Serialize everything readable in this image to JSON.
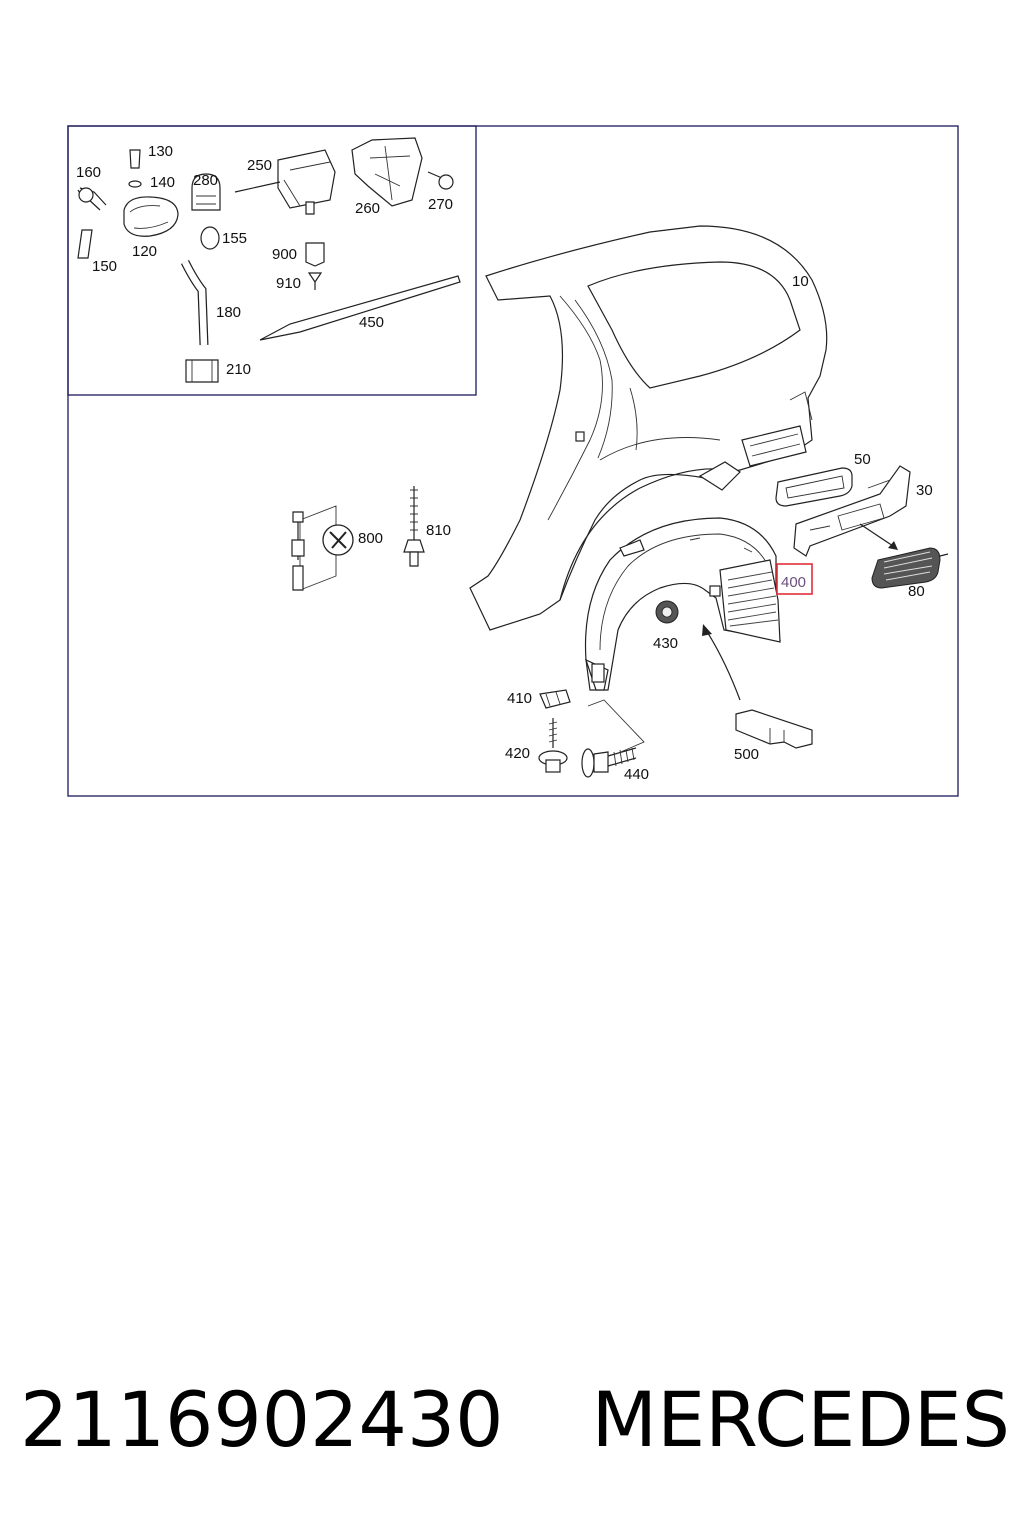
{
  "diagram": {
    "callouts": {
      "p10": "10",
      "p30": "30",
      "p50": "50",
      "p80": "80",
      "p120": "120",
      "p130": "130",
      "p140": "140",
      "p150": "150",
      "p155": "155",
      "p160": "160",
      "p180": "180",
      "p210": "210",
      "p250": "250",
      "p260": "260",
      "p270": "270",
      "p280": "280",
      "p400": "400",
      "p410": "410",
      "p420": "420",
      "p430": "430",
      "p440": "440",
      "p450": "450",
      "p500": "500",
      "p800": "800",
      "p810": "810",
      "p900": "900",
      "p910": "910"
    },
    "highlighted_part": "400",
    "highlight_color": "#e0303a",
    "frame_color": "#1a1a5a"
  },
  "caption": {
    "part_number": "2116902430",
    "brand": "MERCEDES"
  }
}
